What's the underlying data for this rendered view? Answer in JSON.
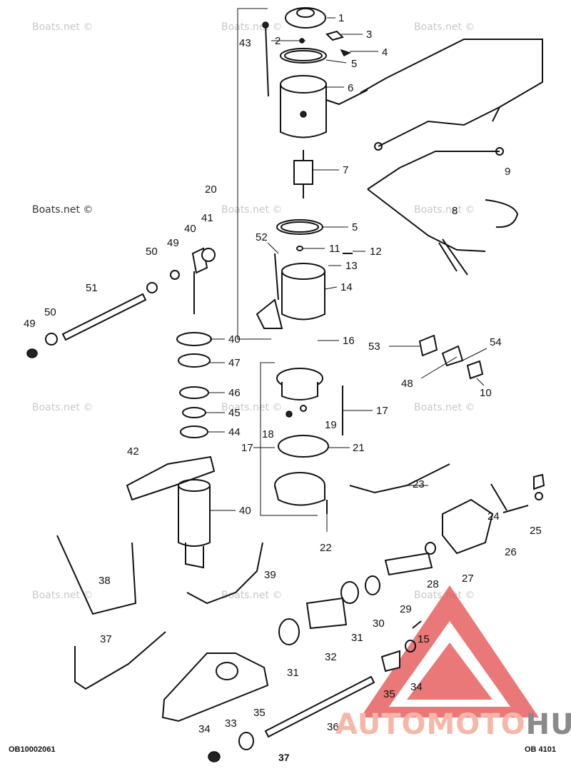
{
  "watermark": "Boats.net ©",
  "codes": {
    "left": "OB10002061",
    "right": "OB 4101"
  },
  "page_number": "37",
  "logo": {
    "part1": "AUTOMOTO",
    "part2": "HUB",
    "colors": {
      "primary": "#e34b4b",
      "secondary": "#8a8a8a"
    }
  },
  "callouts": [
    "1",
    "2",
    "3",
    "4",
    "5",
    "6",
    "7",
    "20",
    "43",
    "9",
    "8",
    "5",
    "11",
    "12",
    "13",
    "14",
    "52",
    "40",
    "41",
    "49",
    "50",
    "51",
    "49",
    "50",
    "40",
    "16",
    "53",
    "54",
    "48",
    "10",
    "47",
    "46",
    "45",
    "44",
    "42",
    "40",
    "17",
    "17",
    "18",
    "19",
    "21",
    "23",
    "22",
    "24",
    "25",
    "26",
    "27",
    "28",
    "29",
    "30",
    "31",
    "32",
    "31",
    "15",
    "35",
    "34",
    "38",
    "39",
    "37",
    "33",
    "36",
    "35",
    "34"
  ]
}
